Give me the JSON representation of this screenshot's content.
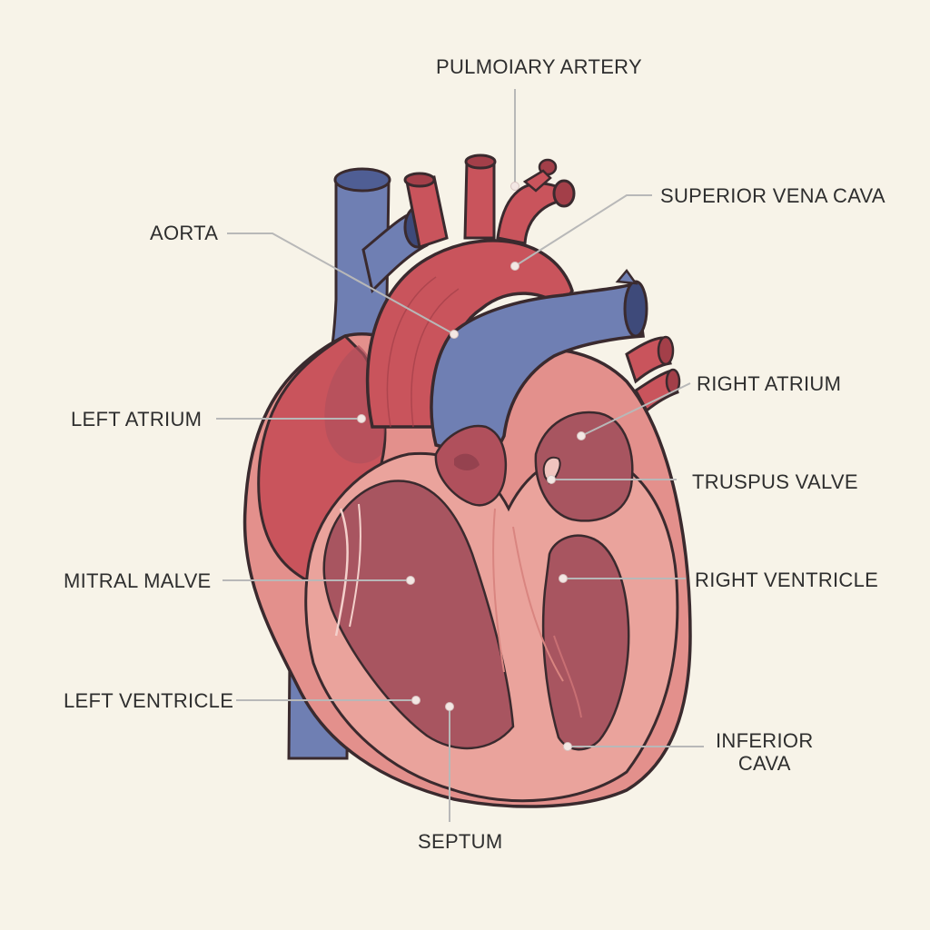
{
  "labels": {
    "pulmonary_artery": "PULMOIARY ARTERY",
    "superior_vena_cava": "SUPERIOR VENA CAVA",
    "aorta": "AORTA",
    "right_atrium": "RIGHT ATRIUM",
    "left_atrium": "LEFT ATRIUM",
    "truspus_valve": "TRUSPUS VALVE",
    "mitral_malve": "MITRAL MALVE",
    "right_ventricle": "RIGHT VENTRICLE",
    "left_ventricle": "LEFT VENTRICLE",
    "inferior_cava_line1": "INFERIOR",
    "inferior_cava_line2": "CAVA",
    "septum": "SEPTUM"
  },
  "colors": {
    "background": "#f7f3e8",
    "vein_blue": "#6f7fb3",
    "artery_red": "#c9545c",
    "muscle_pink": "#e3908c",
    "chamber_dark": "#a85560",
    "outline": "#3a2a2e",
    "leader_line": "#b8b8b8"
  }
}
